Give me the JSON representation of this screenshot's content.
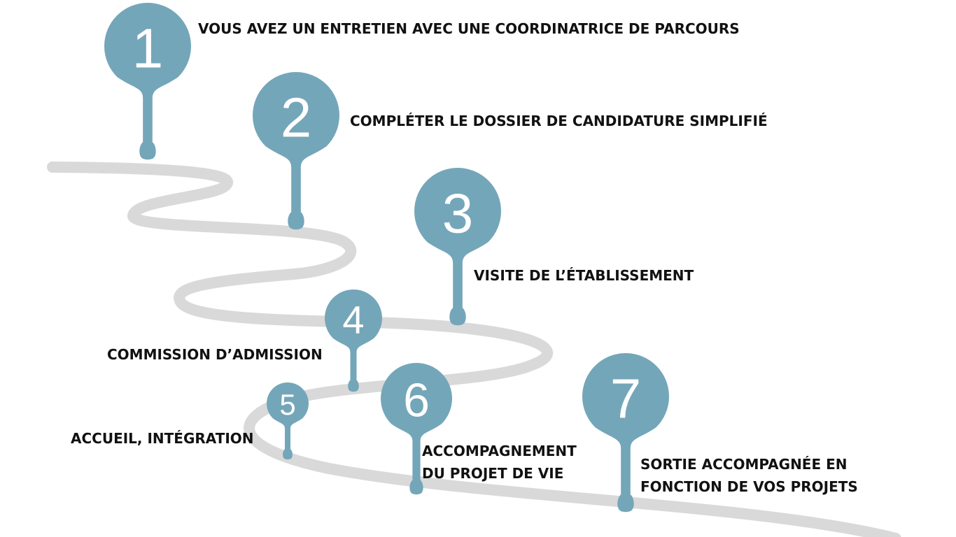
{
  "colors": {
    "pin": "#74A6B9",
    "road": "#D9D9D9",
    "text": "#111111",
    "background": "#FFFFFF"
  },
  "steps": [
    {
      "number": "1",
      "label_lines": [
        "VOUS AVEZ UN ENTRETIEN AVEC UNE COORDINATRICE DE PARCOURS"
      ]
    },
    {
      "number": "2",
      "label_lines": [
        "COMPLÉTER LE DOSSIER DE CANDIDATURE SIMPLIFIÉ"
      ]
    },
    {
      "number": "3",
      "label_lines": [
        "VISITE DE L’ÉTABLISSEMENT"
      ]
    },
    {
      "number": "4",
      "label_lines": [
        "COMMISSION D’ADMISSION"
      ]
    },
    {
      "number": "5",
      "label_lines": [
        "ACCUEIL, INTÉGRATION"
      ]
    },
    {
      "number": "6",
      "label_lines": [
        "ACCOMPAGNEMENT",
        "DU PROJET DE VIE"
      ]
    },
    {
      "number": "7",
      "label_lines": [
        "SORTIE ACCOMPAGNÉE EN",
        "FONCTION DE VOS PROJETS"
      ]
    }
  ]
}
